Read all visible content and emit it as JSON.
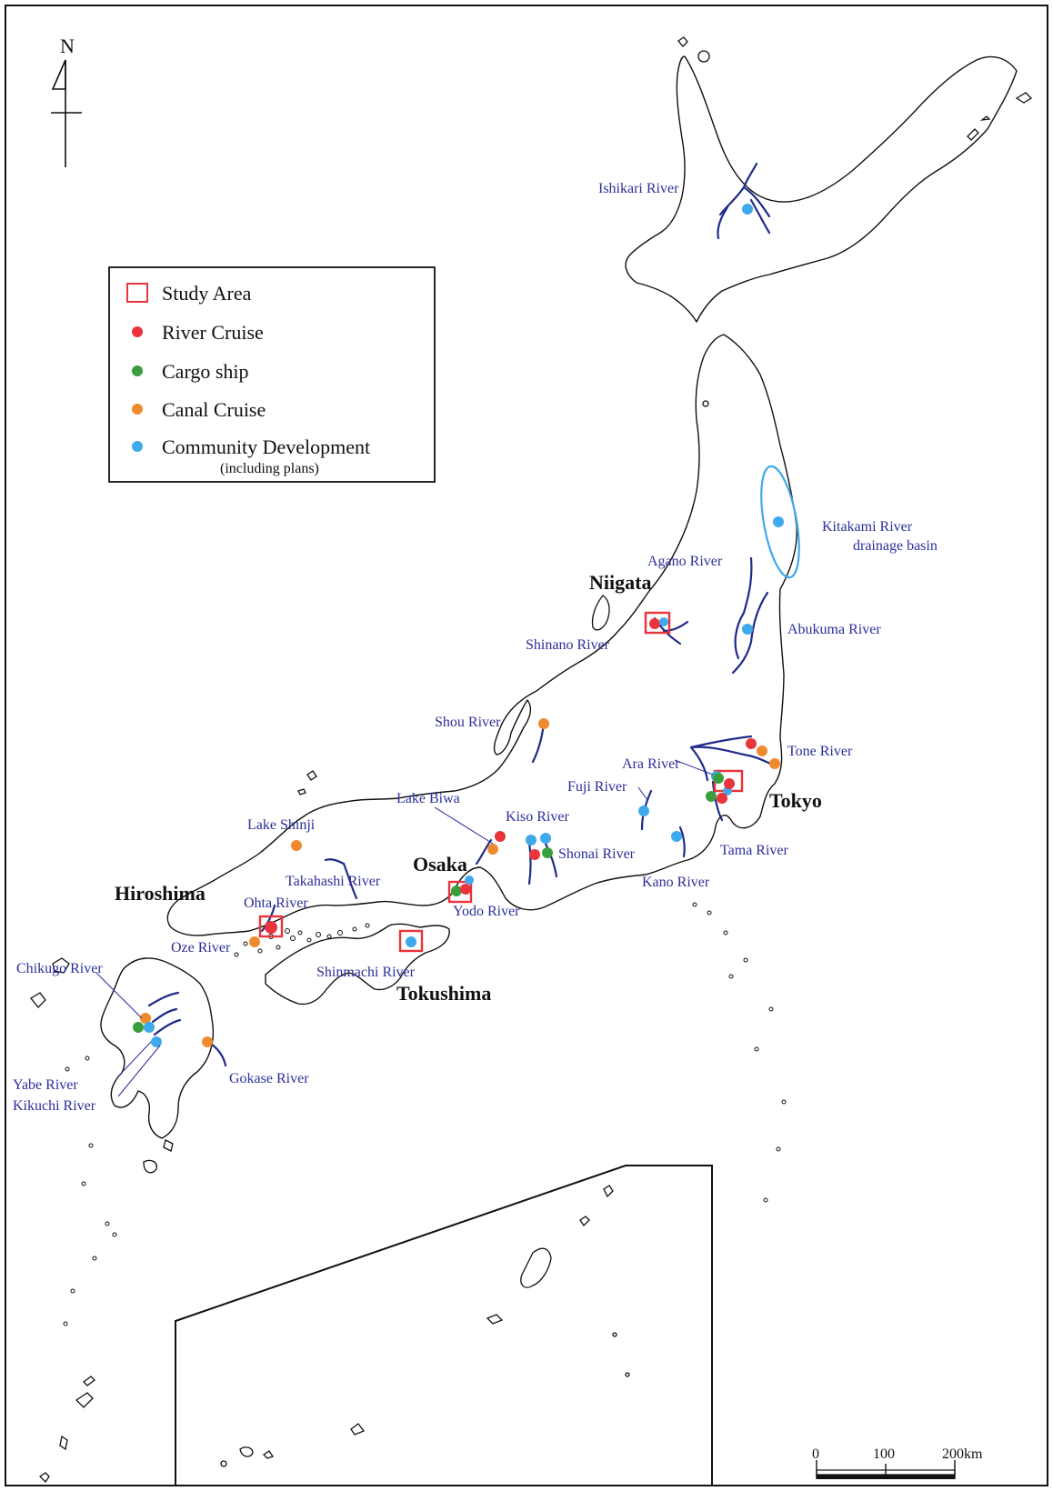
{
  "map": {
    "north_label": "N",
    "colors": {
      "study_area": "#e8343a",
      "river_cruise": "#e8343a",
      "cargo_ship": "#3a9e3c",
      "canal_cruise": "#f08a2e",
      "community_development": "#3fa9ec",
      "river_line": "#1f2b8a",
      "label": "#2b2f9a"
    },
    "legend": {
      "study_area": "Study Area",
      "river_cruise": "River Cruise",
      "cargo_ship": "Cargo ship",
      "canal_cruise": "Canal Cruise",
      "community_development": "Community Development",
      "community_development_note": "(including plans)"
    },
    "cities": {
      "niigata": "Niigata",
      "tokyo": "Tokyo",
      "osaka": "Osaka",
      "hiroshima": "Hiroshima",
      "tokushima": "Tokushima"
    },
    "rivers": {
      "ishikari": "Ishikari River",
      "kitakami_1": "Kitakami River",
      "kitakami_2": "drainage basin",
      "agano": "Agano River",
      "shinano": "Shinano River",
      "abukuma": "Abukuma River",
      "shou": "Shou River",
      "tone": "Tone River",
      "ara": "Ara River",
      "fuji": "Fuji River",
      "lake_biwa": "Lake Biwa",
      "kiso": "Kiso River",
      "lake_shinji": "Lake Shinji",
      "shonai": "Shonai River",
      "tama": "Tama River",
      "takahashi": "Takahashi River",
      "kano": "Kano River",
      "ohta": "Ohta River",
      "yodo": "Yodo River",
      "oze": "Oze River",
      "shinmachi": "Shinmachi River",
      "chikugo": "Chikugo River",
      "gokase": "Gokase River",
      "yabe": "Yabe River",
      "kikuchi": "Kikuchi River"
    },
    "scale": {
      "tick_0": "0",
      "tick_100": "100",
      "tick_200": "200km"
    }
  }
}
